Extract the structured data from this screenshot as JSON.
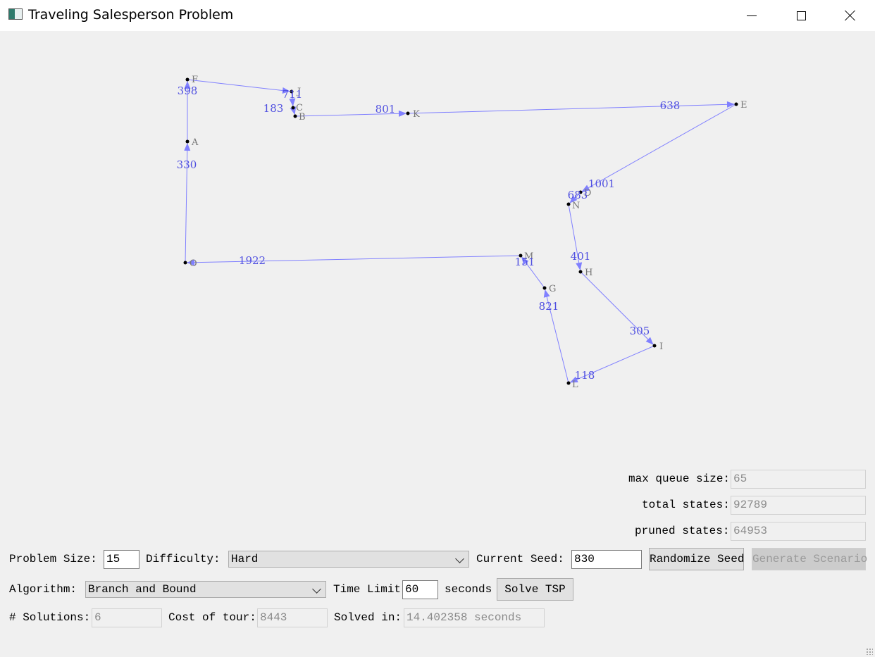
{
  "window": {
    "title": "Traveling Salesperson Problem"
  },
  "stats": {
    "max_queue_label": "max queue size:",
    "max_queue_value": "65",
    "total_states_label": "total states:",
    "total_states_value": "92789",
    "pruned_states_label": "pruned states:",
    "pruned_states_value": "64953"
  },
  "controls": {
    "problem_size_label": "Problem Size:",
    "problem_size_value": "15",
    "difficulty_label": "Difficulty:",
    "difficulty_value": "Hard",
    "current_seed_label": "Current Seed:",
    "current_seed_value": "830",
    "randomize_seed_button": "Randomize Seed",
    "generate_scenario_button": "Generate Scenario",
    "algorithm_label": "Algorithm:",
    "algorithm_value": "Branch and Bound",
    "time_limit_label": "Time Limit",
    "time_limit_value": "60",
    "seconds_label": "seconds",
    "solve_button": "Solve TSP",
    "solutions_label": "# Solutions:",
    "solutions_value": "6",
    "cost_label": "Cost of tour:",
    "cost_value": "8443",
    "solved_in_label": "Solved in:",
    "solved_in_value": "14.402358 seconds"
  },
  "graph": {
    "edge_color": "#8080ff",
    "city_color": "#000000",
    "cities": [
      {
        "name": "F"
      },
      {
        "name": "J"
      },
      {
        "name": "C"
      },
      {
        "name": "B"
      },
      {
        "name": "K"
      },
      {
        "name": "E"
      },
      {
        "name": "D"
      },
      {
        "name": "N"
      },
      {
        "name": "H"
      },
      {
        "name": "I"
      },
      {
        "name": "L"
      },
      {
        "name": "G"
      },
      {
        "name": "M"
      },
      {
        "name": "O"
      },
      {
        "name": "A"
      }
    ],
    "edge_costs": [
      "398",
      "183",
      "711",
      "801",
      "638",
      "1001",
      "683",
      "401",
      "305",
      "118",
      "821",
      "151",
      "1922",
      "330"
    ]
  }
}
